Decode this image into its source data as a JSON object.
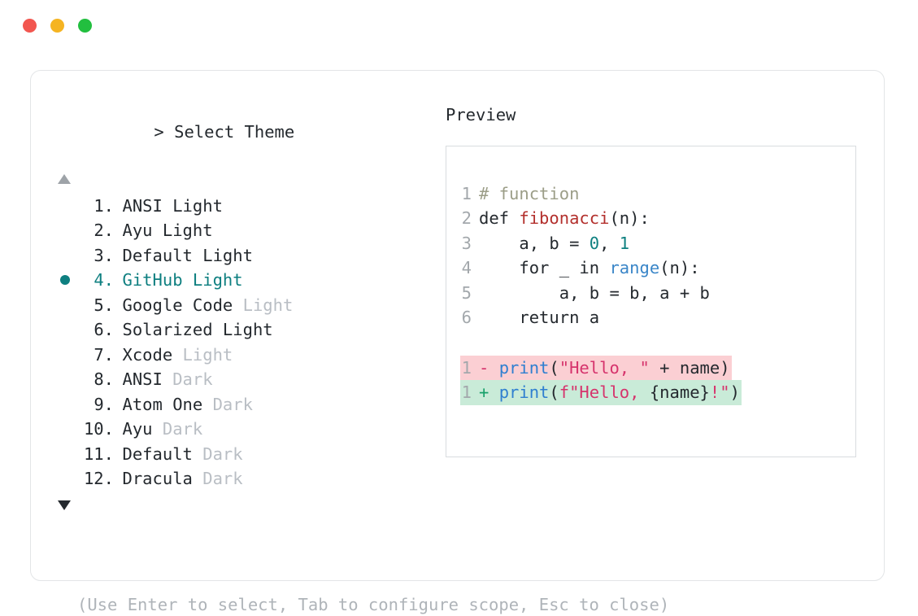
{
  "window": {
    "traffic_lights": [
      {
        "name": "close-button",
        "color": "#F2564F"
      },
      {
        "name": "minimize-button",
        "color": "#F5B422"
      },
      {
        "name": "maximize-button",
        "color": "#22BF3F"
      }
    ]
  },
  "left": {
    "prompt_caret": ">",
    "prompt_label": "Select Theme",
    "scroll_up_icon": "triangle-up-icon",
    "scroll_down_icon": "triangle-down-icon",
    "selected_index": 4,
    "selected_color": "#0E7F80",
    "items": [
      {
        "index": "1.",
        "name": "ANSI Light",
        "variant": "",
        "variant_dim": false,
        "selected": false
      },
      {
        "index": "2.",
        "name": "Ayu Light",
        "variant": "",
        "variant_dim": false,
        "selected": false
      },
      {
        "index": "3.",
        "name": "Default Light",
        "variant": "",
        "variant_dim": false,
        "selected": false
      },
      {
        "index": "4.",
        "name": "GitHub Light",
        "variant": "",
        "variant_dim": false,
        "selected": true
      },
      {
        "index": "5.",
        "name": "Google Code",
        "variant": "Light",
        "variant_dim": true,
        "selected": false
      },
      {
        "index": "6.",
        "name": "Solarized Light",
        "variant": "",
        "variant_dim": false,
        "selected": false
      },
      {
        "index": "7.",
        "name": "Xcode",
        "variant": "Light",
        "variant_dim": true,
        "selected": false
      },
      {
        "index": "8.",
        "name": "ANSI",
        "variant": "Dark",
        "variant_dim": true,
        "selected": false
      },
      {
        "index": "9.",
        "name": "Atom One",
        "variant": "Dark",
        "variant_dim": true,
        "selected": false
      },
      {
        "index": "10.",
        "name": "Ayu",
        "variant": "Dark",
        "variant_dim": true,
        "selected": false
      },
      {
        "index": "11.",
        "name": "Default",
        "variant": "Dark",
        "variant_dim": true,
        "selected": false
      },
      {
        "index": "12.",
        "name": "Dracula",
        "variant": "Dark",
        "variant_dim": true,
        "selected": false
      }
    ]
  },
  "footer": {
    "hint": "(Use Enter to select, Tab to configure scope, Esc to close)"
  },
  "preview": {
    "title": "Preview",
    "code_lines": [
      {
        "num": "1",
        "tokens": [
          {
            "t": "# function",
            "c": "comment"
          }
        ]
      },
      {
        "num": "2",
        "tokens": [
          {
            "t": "def ",
            "c": "def"
          },
          {
            "t": "fibonacci",
            "c": "func"
          },
          {
            "t": "(n):",
            "c": "plain"
          }
        ]
      },
      {
        "num": "3",
        "tokens": [
          {
            "t": "    a, b = ",
            "c": "plain"
          },
          {
            "t": "0",
            "c": "num"
          },
          {
            "t": ", ",
            "c": "plain"
          },
          {
            "t": "1",
            "c": "num"
          }
        ]
      },
      {
        "num": "4",
        "tokens": [
          {
            "t": "    for _ in ",
            "c": "plain"
          },
          {
            "t": "range",
            "c": "builtin"
          },
          {
            "t": "(n):",
            "c": "plain"
          }
        ]
      },
      {
        "num": "5",
        "tokens": [
          {
            "t": "        a, b = b, a + b",
            "c": "plain"
          }
        ]
      },
      {
        "num": "6",
        "tokens": [
          {
            "t": "    return a",
            "c": "plain"
          }
        ]
      }
    ],
    "diff_lines": [
      {
        "num": "1",
        "kind": "del",
        "marker": "-",
        "bg": "#FBCFD3",
        "tokens": [
          {
            "t": "print",
            "c": "call"
          },
          {
            "t": "(",
            "c": "plain"
          },
          {
            "t": "\"Hello, \"",
            "c": "string"
          },
          {
            "t": " + name)",
            "c": "plain"
          }
        ]
      },
      {
        "num": "1",
        "kind": "add",
        "marker": "+",
        "bg": "#C9EBD8",
        "tokens": [
          {
            "t": "print",
            "c": "call"
          },
          {
            "t": "(",
            "c": "plain"
          },
          {
            "t": "f",
            "c": "string"
          },
          {
            "t": "\"Hello, ",
            "c": "string"
          },
          {
            "t": "{name}",
            "c": "plain"
          },
          {
            "t": "!\"",
            "c": "string"
          },
          {
            "t": ")",
            "c": "plain"
          }
        ]
      }
    ]
  }
}
